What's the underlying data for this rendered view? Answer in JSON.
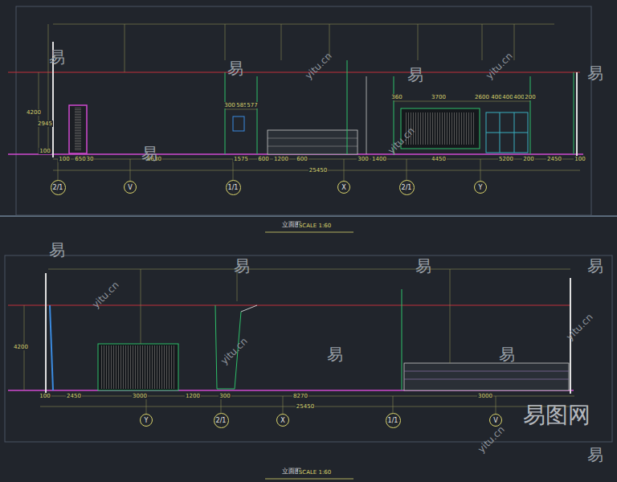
{
  "diagram": {
    "nodes": [
      {
        "text": [
          "2/1"
        ]
      },
      {
        "text": [
          "V"
        ]
      },
      {
        "text": [
          "1/1"
        ]
      },
      {
        "text": [
          "X"
        ]
      },
      {
        "text": [
          "2/1"
        ]
      },
      {
        "text": [
          "Y"
        ]
      },
      {
        "text": [
          "Y"
        ]
      },
      {
        "text": [
          "2/1"
        ]
      },
      {
        "text": [
          "X"
        ]
      },
      {
        "text": [
          "1/1"
        ]
      },
      {
        "text": [
          "V"
        ]
      }
    ],
    "edges": [],
    "labels": [
      "100",
      "650",
      "30",
      "6630",
      "1575",
      "600",
      "1200",
      "600",
      "300",
      "1400",
      "4450",
      "5200",
      "200",
      "2450",
      "100",
      "25450",
      "300",
      "585",
      "577",
      "3700",
      "2600",
      "400",
      "400",
      "400",
      "200",
      "360",
      "4200",
      "2945",
      "100",
      "100",
      "2450",
      "3000",
      "1200",
      "300",
      "8270",
      "3000",
      "25450",
      "4200",
      "立面图",
      "SCALE 1:60",
      "立面图",
      "SCALE 1:60",
      "易",
      "易",
      "易",
      "易",
      "易",
      "易",
      "易",
      "易",
      "易",
      "易",
      "易",
      "易",
      "yitu.cn",
      "yitu.cn",
      "yitu.cn",
      "yitu.cn",
      "yitu.cn",
      "yitu.cn",
      "yitu.cn",
      "易图网"
    ]
  }
}
